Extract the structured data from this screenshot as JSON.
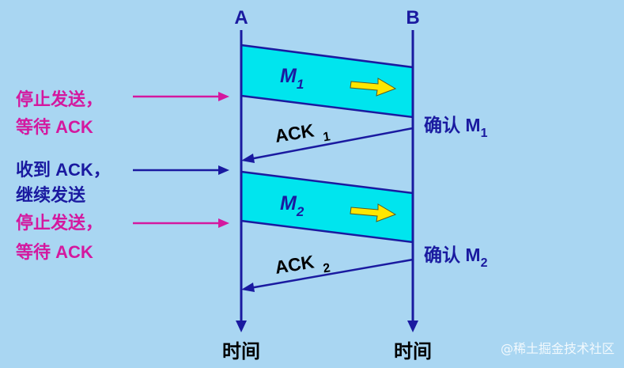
{
  "timeline_a": {
    "label": "A",
    "bottom_label": "时间"
  },
  "timeline_b": {
    "label": "B",
    "bottom_label": "时间"
  },
  "messages": [
    {
      "label": "M",
      "subscript": "1",
      "ack_label": "ACK",
      "ack_subscript": "1",
      "confirm_label": "确认 M",
      "confirm_subscript": "1"
    },
    {
      "label": "M",
      "subscript": "2",
      "ack_label": "ACK",
      "ack_subscript": "2",
      "confirm_label": "确认 M",
      "confirm_subscript": "2"
    }
  ],
  "annotations": [
    {
      "line1": "停止发送，",
      "line2": "等待 ACK",
      "color": "#d4189f"
    },
    {
      "line1": "收到 ACK，",
      "line2": "继续发送",
      "color": "#1a1aa0"
    },
    {
      "line1": "停止发送，",
      "line2": "等待 ACK",
      "color": "#d4189f"
    }
  ],
  "colors": {
    "background": "#a9d6f2",
    "timeline": "#1a1aa0",
    "frame_fill": "#00e5ee",
    "frame_stroke": "#1a1aa0",
    "message_text": "#1a1aa0",
    "yellow_arrow": "#ffe600",
    "ack_text": "#000000"
  },
  "watermark": "@稀土掘金技术社区"
}
